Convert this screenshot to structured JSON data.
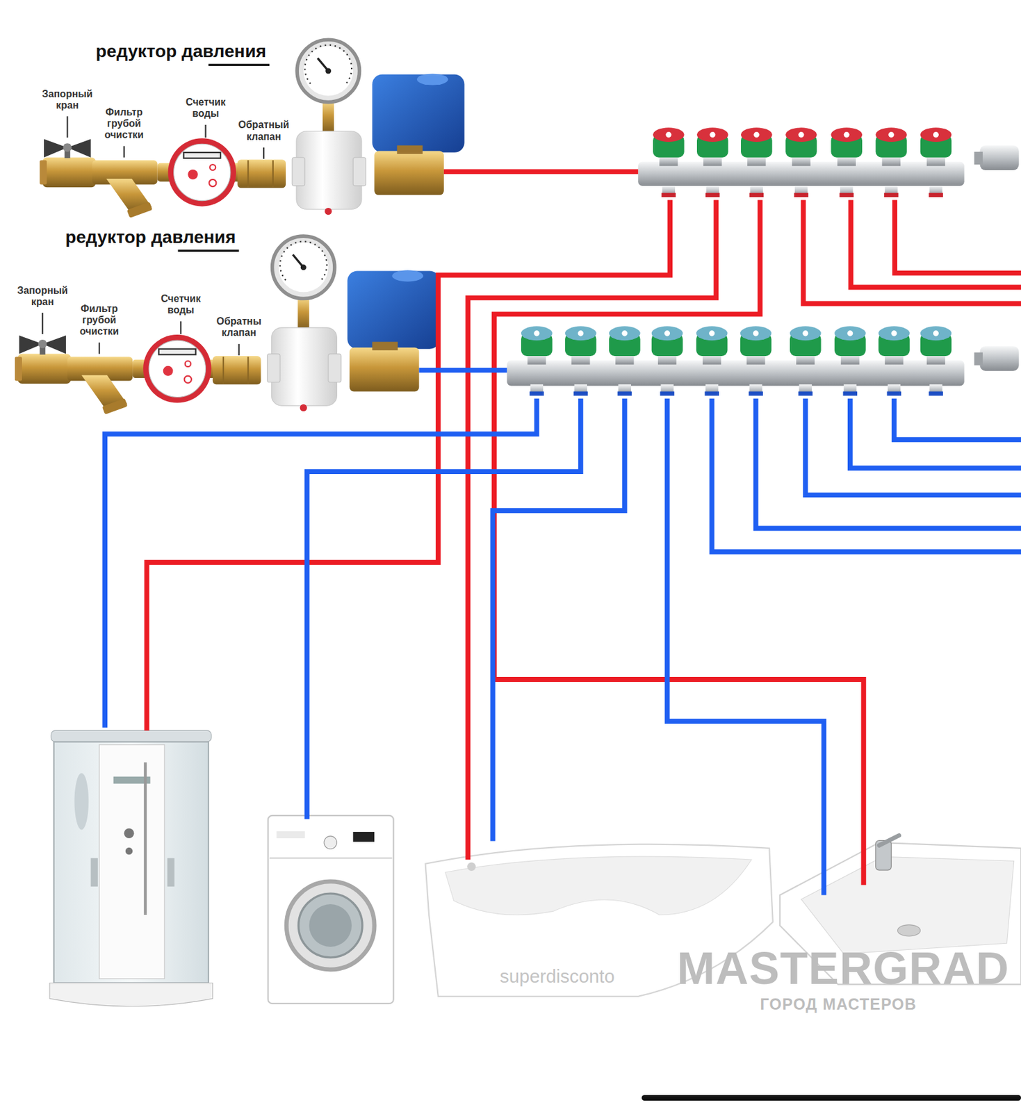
{
  "diagram": {
    "labels": [
      "редуктор давления",
      "Запорный кран",
      "Фильтр грубой очистки",
      "Счетчик воды",
      "Обратный клапан",
      "редуктор давления",
      "Запорный кран",
      "Фильтр грубой очистки",
      "Счетчик воды",
      "Обратны клапан",
      "superdisconto",
      "MASTERGRAD",
      "ГОРОД МАСТЕРОВ"
    ]
  }
}
